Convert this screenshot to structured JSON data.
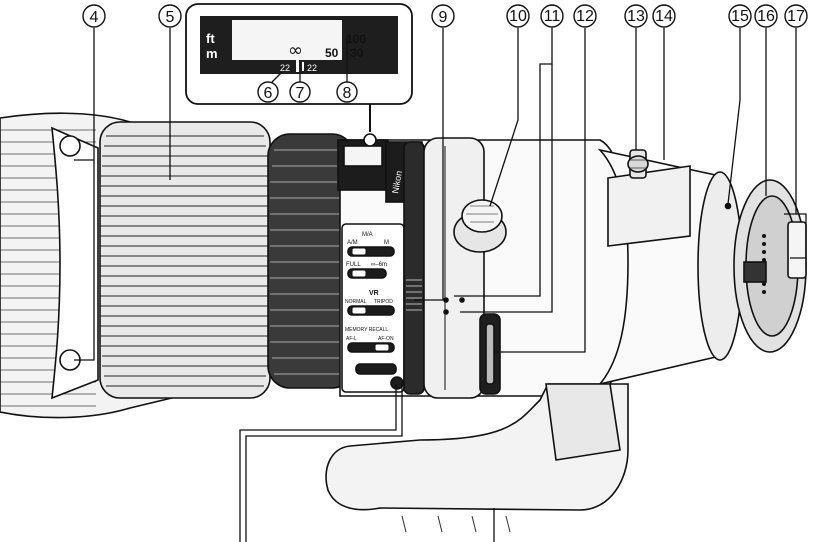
{
  "callouts": [
    "4",
    "5",
    "6",
    "7",
    "8",
    "9",
    "10",
    "11",
    "12",
    "13",
    "14",
    "15",
    "16",
    "17"
  ],
  "distance_scale": {
    "unit_ft": "ft",
    "unit_m": "m",
    "ft_far": "100",
    "m_near_1": "50",
    "m_near_2": "30",
    "infinity": "∞",
    "depth_left": "22",
    "depth_right": "22"
  },
  "lens_markings": {
    "brand": "Nikon",
    "af_switch_a_m": "A/M",
    "af_switch_m_a": "M/A",
    "af_switch_m": "M",
    "focus_limit_full": "FULL",
    "focus_limit_inf": "∞–6m",
    "vr_label": "VR",
    "vr_normal": "NORMAL",
    "vr_tripod": "TRIPOD",
    "memory_recall": "MEMORY RECALL",
    "af_l": "AF-L",
    "af_on": "AF-ON"
  }
}
